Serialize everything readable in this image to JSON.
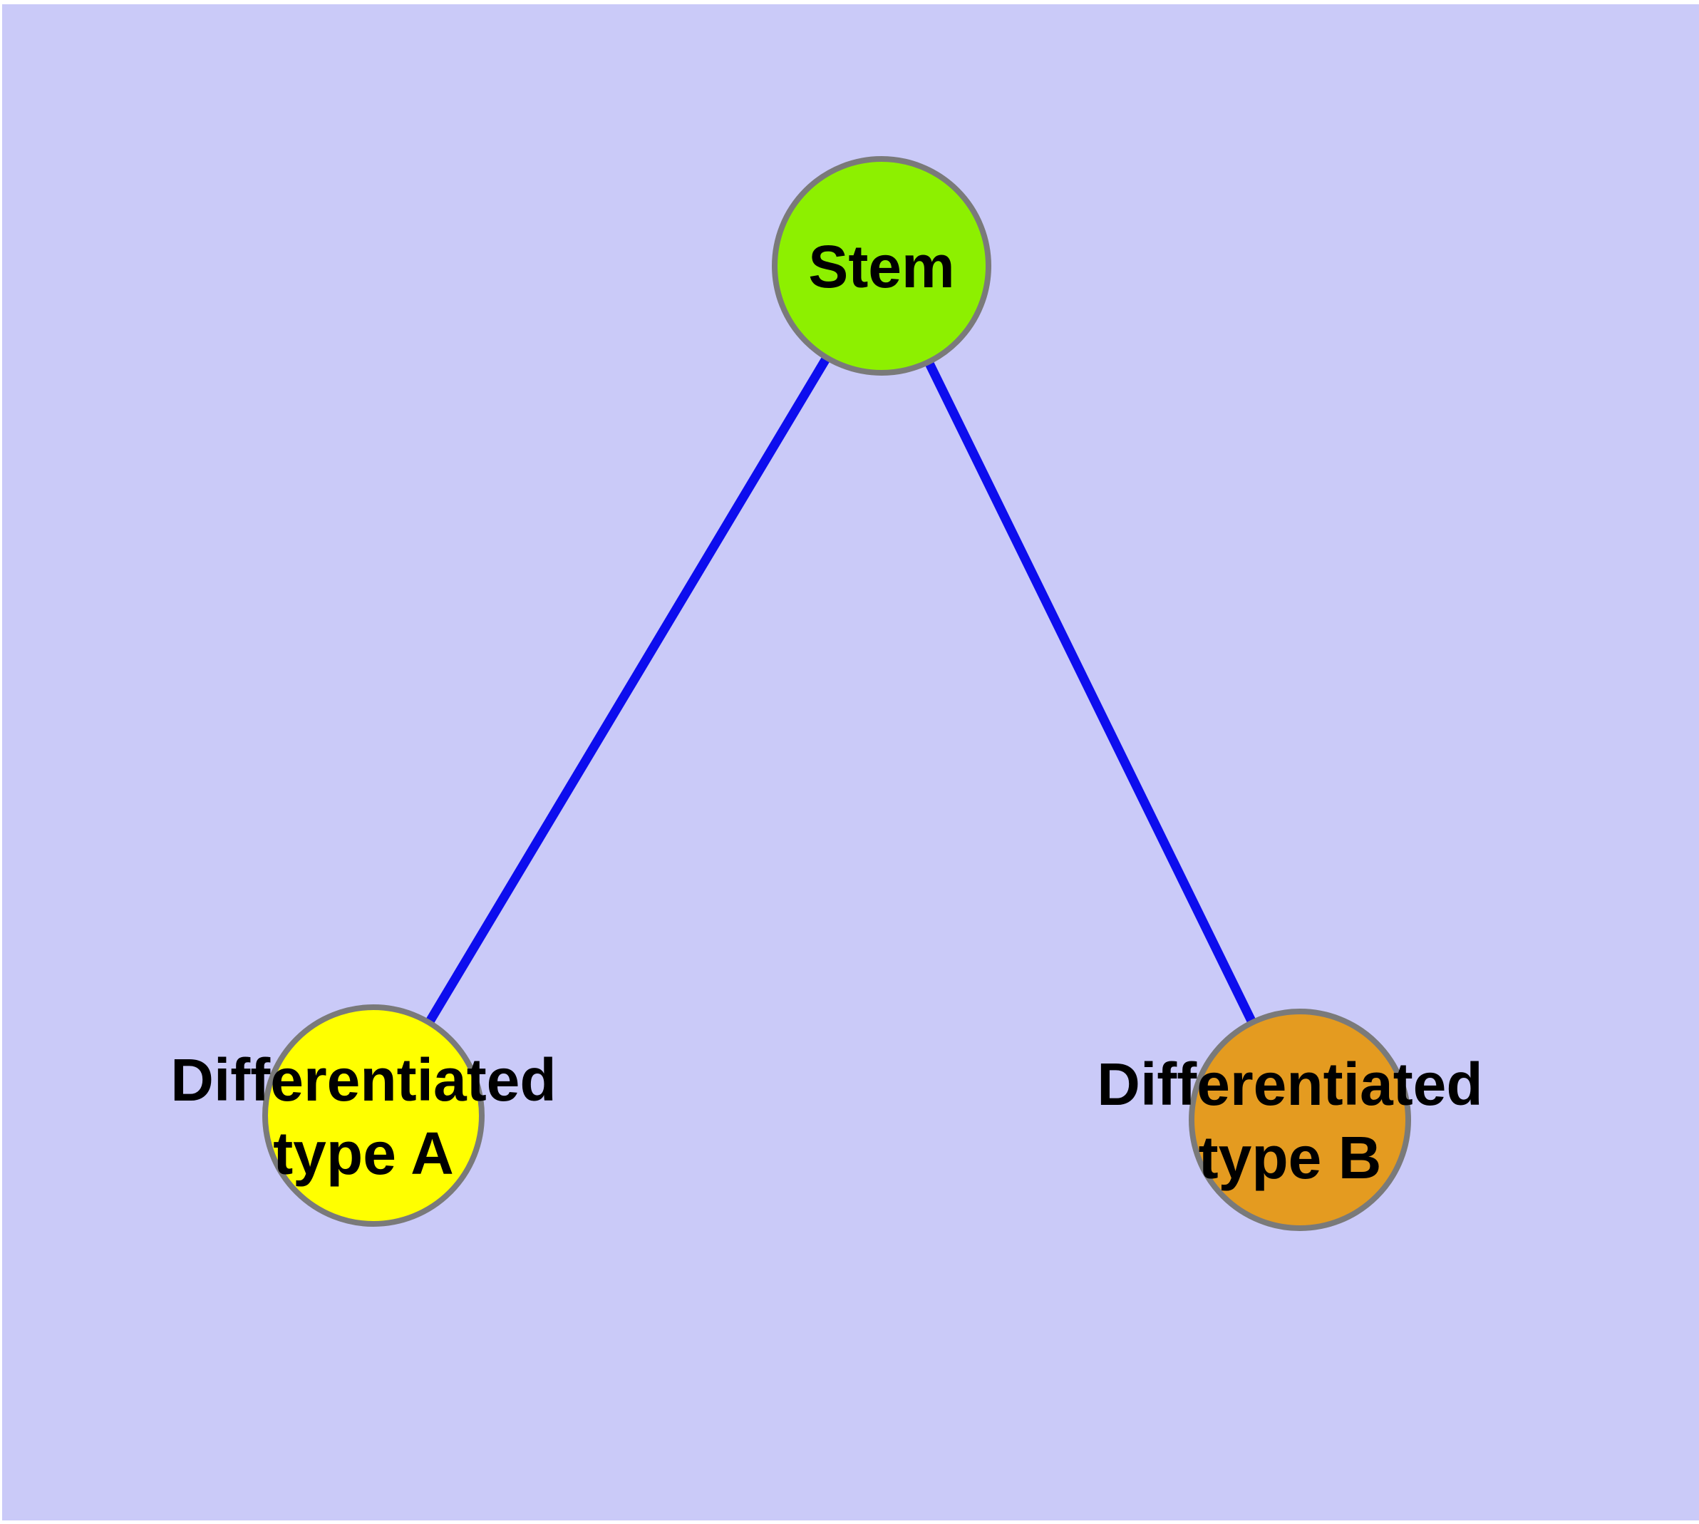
{
  "page": {
    "background": "#FFFFFF"
  },
  "canvas": {
    "background": "#CACAF8"
  },
  "diagram_type": "node-link-graph",
  "nodes": {
    "stem": {
      "label": "Stem",
      "fill": "#8DF000",
      "stroke": "#7A7A7A"
    },
    "type_a": {
      "label_line1": "Differentiated",
      "label_line2": "type A",
      "fill": "#FFFF00",
      "stroke": "#7A7A7A"
    },
    "type_b": {
      "label_line1": "Differentiated",
      "label_line2": "type B",
      "fill": "#E49B20",
      "stroke": "#7A7A7A"
    }
  },
  "edges": {
    "stem_to_a": {
      "color": "#0D0DEE"
    },
    "stem_to_b": {
      "color": "#0D0DEE"
    }
  },
  "label_color": "#000000"
}
